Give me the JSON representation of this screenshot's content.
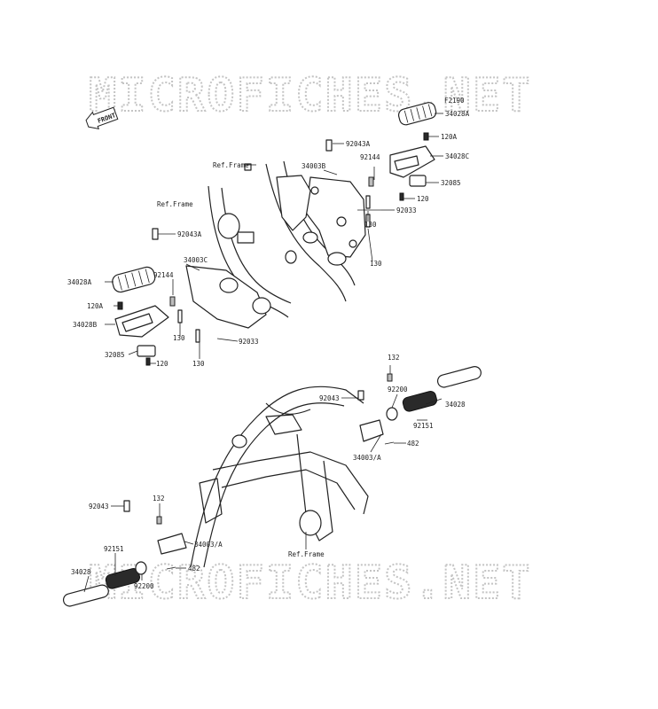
{
  "watermark": {
    "text": "MICROFICHES.NET"
  },
  "direction": {
    "label": "FRONT"
  },
  "diagram_code": "F2190",
  "labels": {
    "ref_frame_1": "Ref.Frame",
    "ref_frame_2": "Ref.Frame",
    "ref_frame_3": "Ref.Frame",
    "p92043A_r": "92043A",
    "p92144_r": "92144",
    "p34003B": "34003B",
    "p34028A_r": "34028A",
    "p120A_r": "120A",
    "p34028C": "34028C",
    "p32085_r": "32085",
    "p120_r": "120",
    "p92033_r": "92033",
    "p130_r1": "130",
    "p130_r2": "130",
    "p92043A_l": "92043A",
    "p34003C": "34003C",
    "p92144_l": "92144",
    "p34028A_l": "34028A",
    "p120A_l": "120A",
    "p34028B": "34028B",
    "p32085_l": "32085",
    "p120_l": "120",
    "p130_l1": "130",
    "p92033_l": "92033",
    "p130_l2": "130",
    "p132_r": "132",
    "p92043_r": "92043",
    "p92200_r": "92200",
    "p34028_r": "34028",
    "p92151_r": "92151",
    "p482_r": "482",
    "p34003A_r": "34003/A",
    "p92043_l": "92043",
    "p132_l": "132",
    "p34003A_l": "34003/A",
    "p92151_l": "92151",
    "p482_l": "482",
    "p34028_l": "34028",
    "p92200_l": "92200"
  }
}
